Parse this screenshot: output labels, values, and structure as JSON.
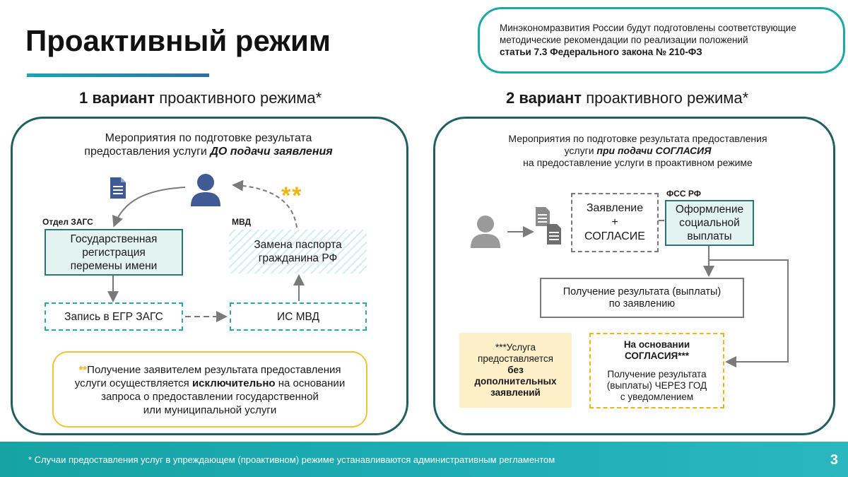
{
  "title": "Проактивный режим",
  "note": {
    "line1": "Минэкономразвития России будут подготовлены соответствующие",
    "line2": "методические рекомендации по реализации положений",
    "line3": "статьи 7.3 Федерального закона № 210-ФЗ"
  },
  "variant1": {
    "bold": "1 вариант",
    "rest": " проактивного режима*",
    "panel_heading_l1": "Мероприятия по подготовке результата",
    "panel_heading_l2a": "предоставления услуги ",
    "panel_heading_l2b": "ДО подачи заявления",
    "stars": "**",
    "zags_label": "Отдел ЗАГС",
    "mvd_label": "МВД",
    "zags_box": "Государственная регистрация перемены имени",
    "mvd_box": "Замена паспорта гражданина РФ",
    "egr_box": "Запись в ЕГР ЗАГС",
    "is_box": "ИС МВД",
    "callout_stars": "**",
    "callout_l1": "Получение заявителем результата предоставления",
    "callout_l2a": "услуги осуществляется ",
    "callout_l2b": "исключительно",
    "callout_l2c": " на основании",
    "callout_l3": "запроса о предоставлении государственной",
    "callout_l4": "или муниципальной услуги"
  },
  "variant2": {
    "bold": "2 вариант",
    "rest": " проактивного режима*",
    "panel_heading_l1": "Мероприятия по подготовке результата предоставления",
    "panel_heading_l2a": "услуги ",
    "panel_heading_l2b": "при подачи СОГЛАСИЯ",
    "panel_heading_l3": "на предоставление услуги в проактивном режиме",
    "fss_label": "ФСС РФ",
    "app_l1": "Заявление",
    "app_l2": "+",
    "app_l3": "СОГЛАСИЕ",
    "fss_box": "Оформление социальной выплаты",
    "result_box_l1": "Получение результата (выплаты)",
    "result_box_l2": "по заявлению",
    "service_l1": "***Услуга",
    "service_l2": "предоставляется",
    "service_l3": "без",
    "service_l4": "дополнительных",
    "service_l5": "заявлений",
    "consent_l1": "На основании",
    "consent_l2": "СОГЛАСИЯ***",
    "consent_l3": "Получение результата",
    "consent_l4": "(выплаты) ЧЕРЕЗ ГОД",
    "consent_l5": "с уведомлением"
  },
  "footnote": "* Случаи предоставления услуг в упреждающем (проактивном) режиме устанавливаются административным регламентом",
  "page_number": "3",
  "colors": {
    "accent": "#1aa8a8",
    "panel_border": "#1f5f61",
    "box_fill": "#e2f3f2",
    "highlight": "#f2b516",
    "callout_fill": "#fdf0c8"
  },
  "icons": [
    "person-icon",
    "document-icon"
  ]
}
